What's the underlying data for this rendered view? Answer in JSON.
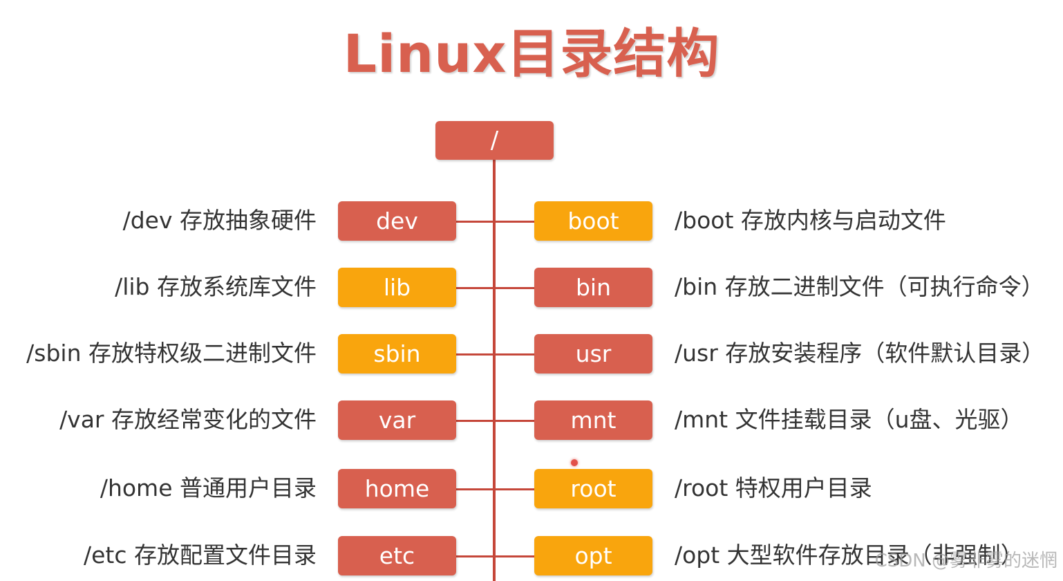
{
  "title": "Linux目录结构",
  "root": {
    "label": "/",
    "color": "#d8604f"
  },
  "colors": {
    "red": "#d8604f",
    "orange": "#f9a50d",
    "line": "#c5473a"
  },
  "left_nodes": [
    {
      "label": "dev",
      "desc": "/dev 存放抽象硬件",
      "color": "red"
    },
    {
      "label": "lib",
      "desc": "/lib 存放系统库文件",
      "color": "orange"
    },
    {
      "label": "sbin",
      "desc": "/sbin 存放特权级二进制文件",
      "color": "orange"
    },
    {
      "label": "var",
      "desc": "/var 存放经常变化的文件",
      "color": "red"
    },
    {
      "label": "home",
      "desc": "/home 普通用户目录",
      "color": "red"
    },
    {
      "label": "etc",
      "desc": "/etc 存放配置文件目录",
      "color": "red"
    }
  ],
  "right_nodes": [
    {
      "label": "boot",
      "desc": "/boot 存放内核与启动文件",
      "color": "orange"
    },
    {
      "label": "bin",
      "desc": "/bin 存放二进制文件（可执行命令）",
      "color": "red"
    },
    {
      "label": "usr",
      "desc": "/usr 存放安装程序（软件默认目录）",
      "color": "red"
    },
    {
      "label": "mnt",
      "desc": "/mnt 文件挂载目录（u盘、光驱）",
      "color": "red"
    },
    {
      "label": "root",
      "desc": "/root 特权用户目录",
      "color": "orange"
    },
    {
      "label": "opt",
      "desc": "/opt 大型软件存放目录（非强制）",
      "color": "orange"
    }
  ],
  "watermark": "CSDN @雾非雾的迷惘"
}
